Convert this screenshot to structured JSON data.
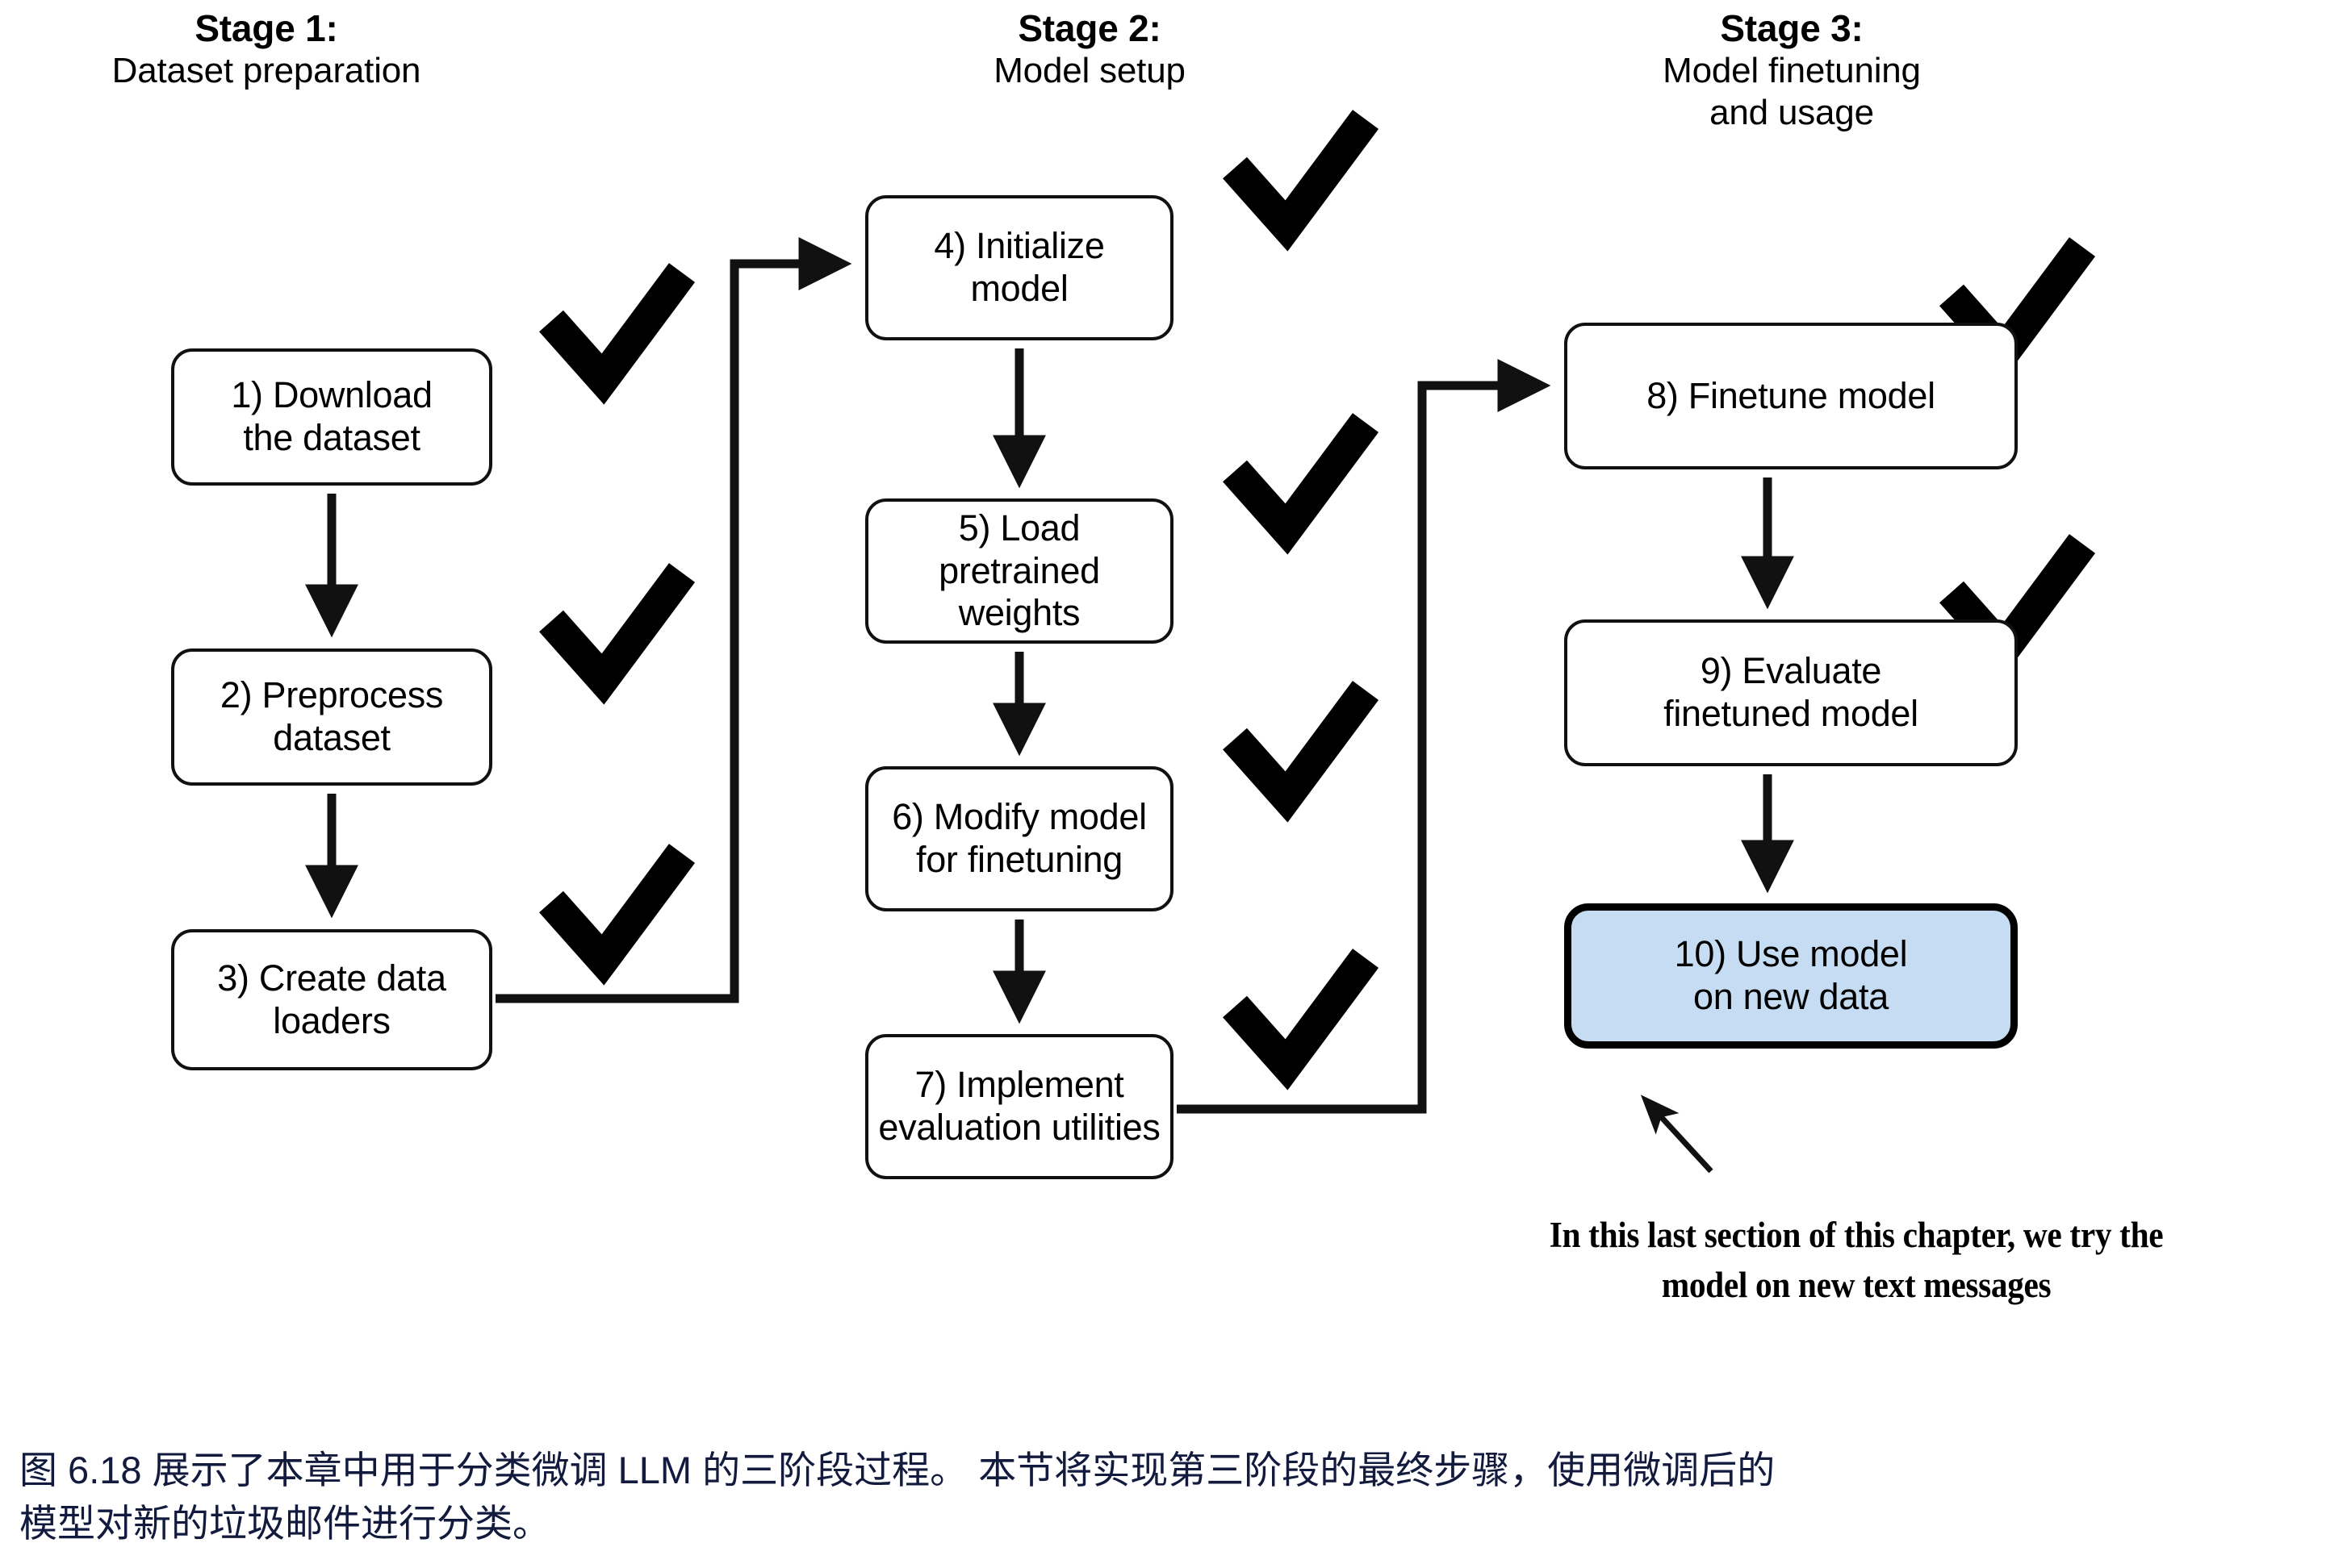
{
  "figure": {
    "stages": [
      {
        "id": "stage-1",
        "title": "Stage 1:",
        "subtitle": "Dataset preparation",
        "steps": [
          {
            "id": "box-1",
            "line1": "1) Download",
            "line2": "the dataset",
            "checked": true,
            "highlight": false
          },
          {
            "id": "box-2",
            "line1": "2) Preprocess",
            "line2": "dataset",
            "checked": true,
            "highlight": false
          },
          {
            "id": "box-3",
            "line1": "3) Create data",
            "line2": "loaders",
            "checked": true,
            "highlight": false
          }
        ]
      },
      {
        "id": "stage-2",
        "title": "Stage 2:",
        "subtitle": "Model setup",
        "steps": [
          {
            "id": "box-4",
            "line1": "4) Initialize",
            "line2": "model",
            "checked": true,
            "highlight": false
          },
          {
            "id": "box-5",
            "line1": "5) Load pretrained",
            "line2": "weights",
            "checked": true,
            "highlight": false
          },
          {
            "id": "box-6",
            "line1": "6) Modify model",
            "line2": "for finetuning",
            "checked": true,
            "highlight": false
          },
          {
            "id": "box-7",
            "line1": "7) Implement",
            "line2": "evaluation utilities",
            "checked": true,
            "highlight": false
          }
        ]
      },
      {
        "id": "stage-3",
        "title": "Stage 3:",
        "subtitle": "Model finetuning and usage",
        "subtitle_line1": "Model finetuning",
        "subtitle_line2": "and usage",
        "steps": [
          {
            "id": "box-8",
            "line1": "8) Finetune model",
            "line2": "",
            "checked": true,
            "highlight": false
          },
          {
            "id": "box-9",
            "line1": "9) Evaluate",
            "line2": "finetuned model",
            "checked": true,
            "highlight": false
          },
          {
            "id": "box-10",
            "line1": "10) Use model",
            "line2": "on new data",
            "checked": false,
            "highlight": true
          }
        ]
      }
    ],
    "annotation": {
      "line1": "In this last section of this chapter, we try the",
      "line2": "model on new text messages"
    },
    "caption": {
      "line1": "图 6.18 展示了本章中用于分类微调 LLM 的三阶段过程。 本节将实现第三阶段的最终步骤，使用微调后的",
      "line2": "模型对新的垃圾邮件进行分类。"
    },
    "colors": {
      "stroke": "#111111",
      "highlight_fill": "#c5dcf2",
      "highlight_stroke": "#000000",
      "caption_text": "#121a3d",
      "checkmark": "#000000"
    }
  }
}
